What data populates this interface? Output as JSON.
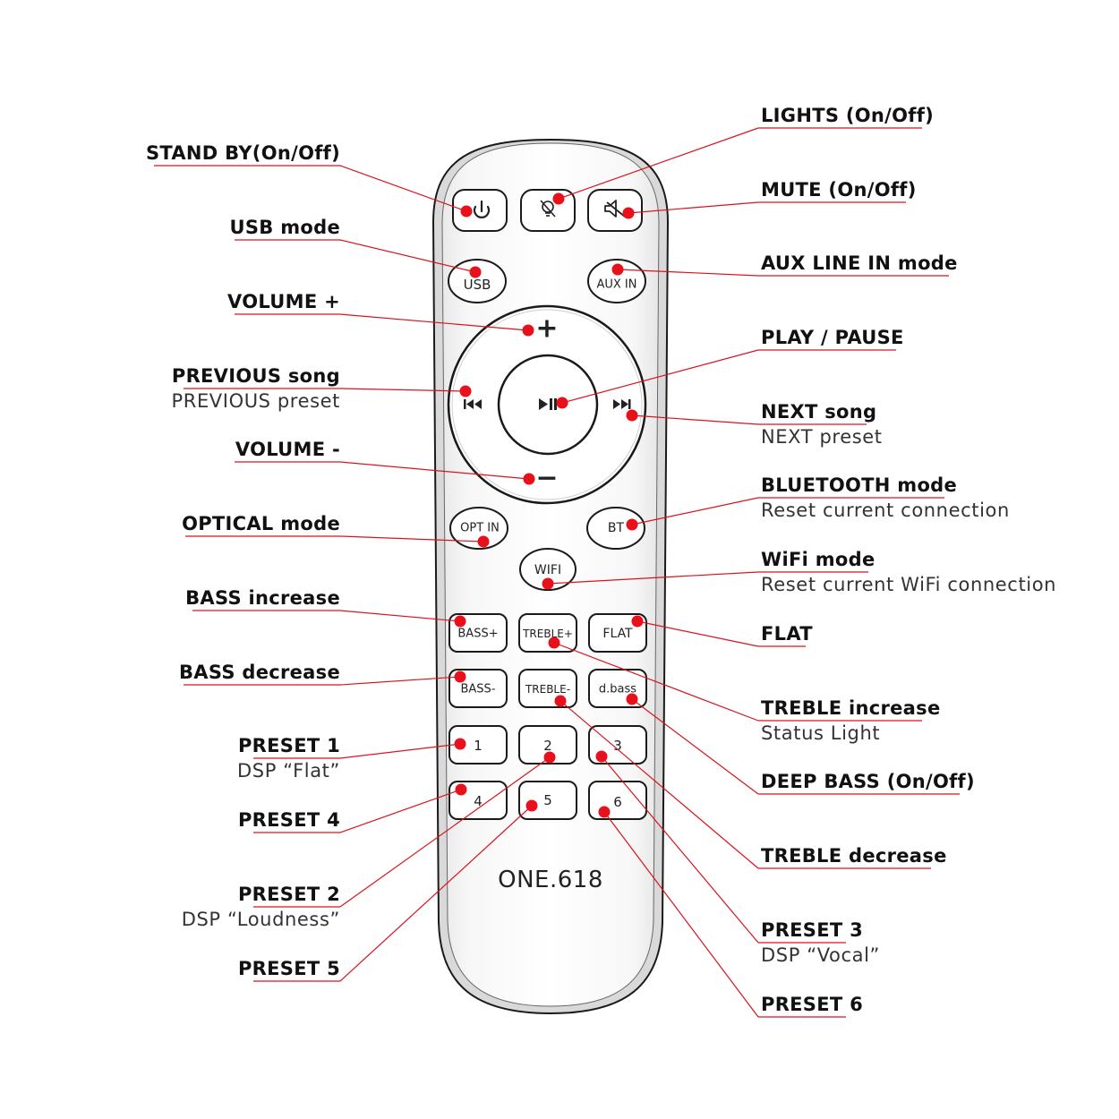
{
  "brand": "ONE.618",
  "colors": {
    "leader": "#d8141c",
    "dot": "#e8101a",
    "outline": "#1a1a1a"
  },
  "buttons": {
    "power": {
      "icon": "power-icon"
    },
    "lights": {
      "icon": "lightbulb-off-icon"
    },
    "mute": {
      "icon": "speaker-mute-icon"
    },
    "usb": {
      "label": "USB"
    },
    "aux": {
      "label": "AUX IN"
    },
    "vol_up": {
      "label": "+"
    },
    "vol_down": {
      "label": "−"
    },
    "prev": {
      "icon": "skip-previous-icon"
    },
    "play": {
      "icon": "play-pause-icon"
    },
    "next": {
      "icon": "skip-next-icon"
    },
    "opt": {
      "label": "OPT IN"
    },
    "bt": {
      "label": "BT"
    },
    "wifi": {
      "label": "WIFI"
    },
    "bass_up": {
      "label": "BASS+"
    },
    "treble_up": {
      "label": "TREBLE+"
    },
    "flat": {
      "label": "FLAT"
    },
    "bass_down": {
      "label": "BASS-"
    },
    "treble_down": {
      "label": "TREBLE-"
    },
    "dbass": {
      "label": "d.bass"
    },
    "p1": {
      "label": "1"
    },
    "p2": {
      "label": "2"
    },
    "p3": {
      "label": "3"
    },
    "p4": {
      "label": "4"
    },
    "p5": {
      "label": "5"
    },
    "p6": {
      "label": "6"
    }
  },
  "labels": {
    "standby": {
      "title": "STAND BY(On/Off)"
    },
    "usb": {
      "title": "USB mode"
    },
    "vol_up": {
      "title": "VOLUME +"
    },
    "prev": {
      "title": "PREVIOUS song",
      "sub": "PREVIOUS preset"
    },
    "vol_down": {
      "title": "VOLUME -"
    },
    "optical": {
      "title": "OPTICAL mode"
    },
    "bass_up": {
      "title": "BASS increase"
    },
    "bass_down": {
      "title": "BASS decrease"
    },
    "preset1": {
      "title": "PRESET 1",
      "sub": "DSP “Flat”"
    },
    "preset4": {
      "title": "PRESET 4"
    },
    "preset2": {
      "title": "PRESET 2",
      "sub": "DSP “Loudness”"
    },
    "preset5": {
      "title": "PRESET 5"
    },
    "lights": {
      "title": "LIGHTS (On/Off)"
    },
    "mute": {
      "title": "MUTE (On/Off)"
    },
    "aux": {
      "title": "AUX LINE IN mode"
    },
    "play": {
      "title": "PLAY / PAUSE"
    },
    "next": {
      "title": "NEXT song",
      "sub": "NEXT preset"
    },
    "bluetooth": {
      "title": "BLUETOOTH mode",
      "sub": "Reset current connection"
    },
    "wifi": {
      "title": "WiFi mode",
      "sub": "Reset current WiFi connection"
    },
    "flat": {
      "title": "FLAT"
    },
    "treble_up": {
      "title": "TREBLE increase",
      "sub": "Status Light"
    },
    "deep_bass": {
      "title": "DEEP BASS (On/Off)"
    },
    "treble_down": {
      "title": "TREBLE decrease"
    },
    "preset3": {
      "title": "PRESET 3",
      "sub": "DSP “Vocal”"
    },
    "preset6": {
      "title": "PRESET 6"
    }
  }
}
